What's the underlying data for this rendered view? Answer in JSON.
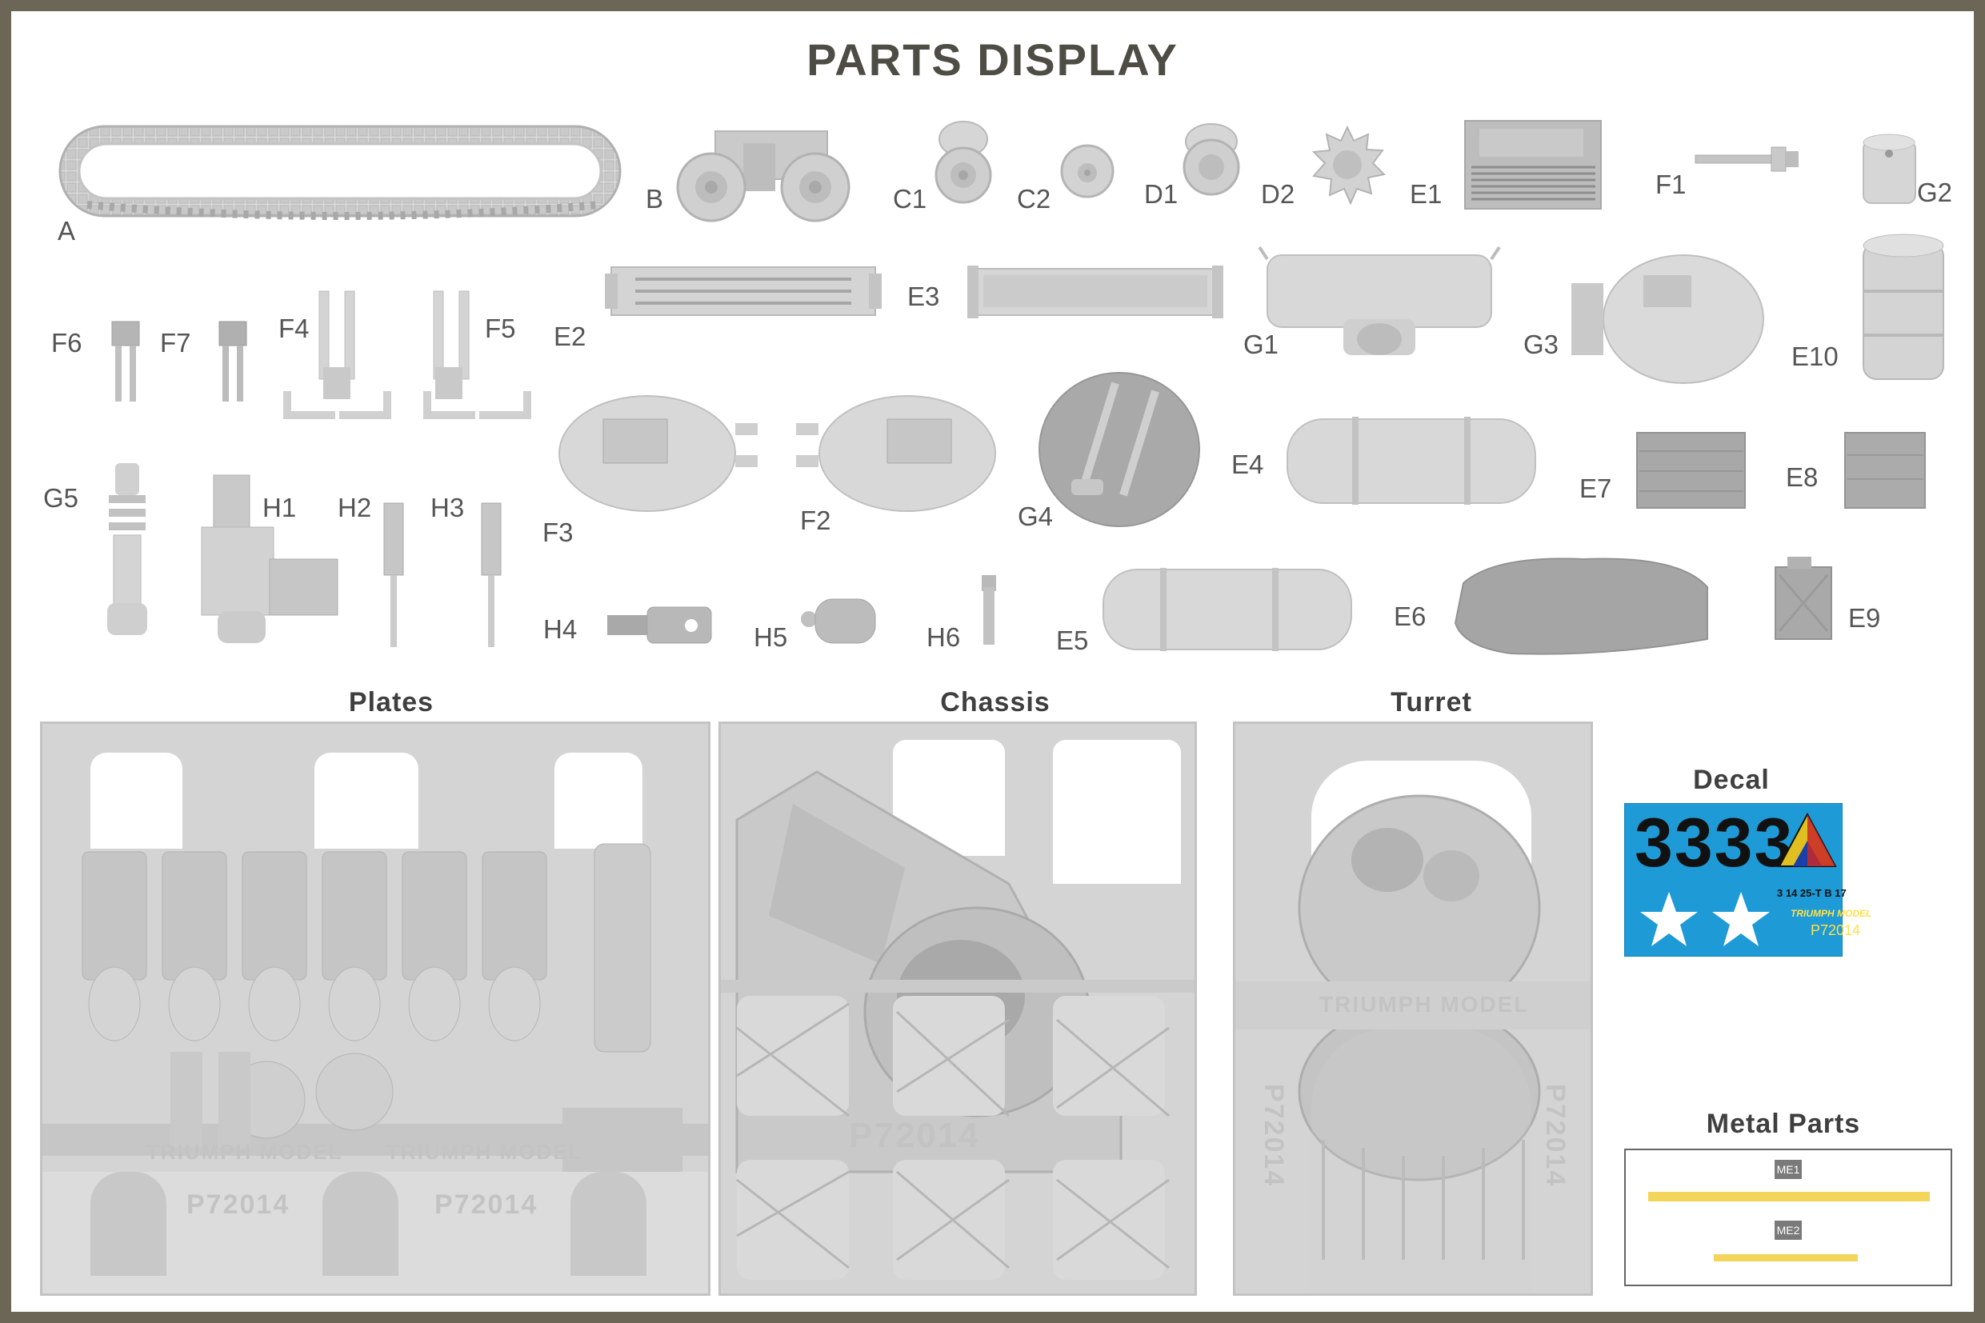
{
  "title": "PARTS DISPLAY",
  "labels": {
    "A": "A",
    "B": "B",
    "C1": "C1",
    "C2": "C2",
    "D1": "D1",
    "D2": "D2",
    "E1": "E1",
    "F1": "F1",
    "G2": "G2",
    "F6": "F6",
    "F7": "F7",
    "F4": "F4",
    "F5": "F5",
    "E2": "E2",
    "E3": "E3",
    "G1": "G1",
    "G3": "G3",
    "E10": "E10",
    "F3": "F3",
    "F2": "F2",
    "G4": "G4",
    "E4": "E4",
    "E7": "E7",
    "E8": "E8",
    "G5": "G5",
    "H1": "H1",
    "H2": "H2",
    "H3": "H3",
    "H4": "H4",
    "H5": "H5",
    "H6": "H6",
    "E5": "E5",
    "E6": "E6",
    "E9": "E9"
  },
  "sections": {
    "plates": "Plates",
    "chassis": "Chassis",
    "turret": "Turret",
    "decal": "Decal",
    "metal": "Metal Parts"
  },
  "stamps": {
    "plates_code": "P72014",
    "chassis_code": "P72014",
    "turret_code": "P72014",
    "brand": "TRIUMPH MODEL"
  },
  "decal": {
    "number": "3333",
    "small_text": "3  14  25-T  B  17",
    "brand": "TRIUMPH MODEL",
    "code": "P72014",
    "marks": [
      "1",
      "1",
      "2",
      "2",
      "4",
      "4",
      "2"
    ],
    "background": "#1e9ad6"
  },
  "metal_parts": {
    "me1": "ME1",
    "me2": "ME2",
    "color": "#f2d55a"
  },
  "colors": {
    "frame": "#6b6656",
    "title": "#4d4d45",
    "part": "#cfcfcf"
  }
}
